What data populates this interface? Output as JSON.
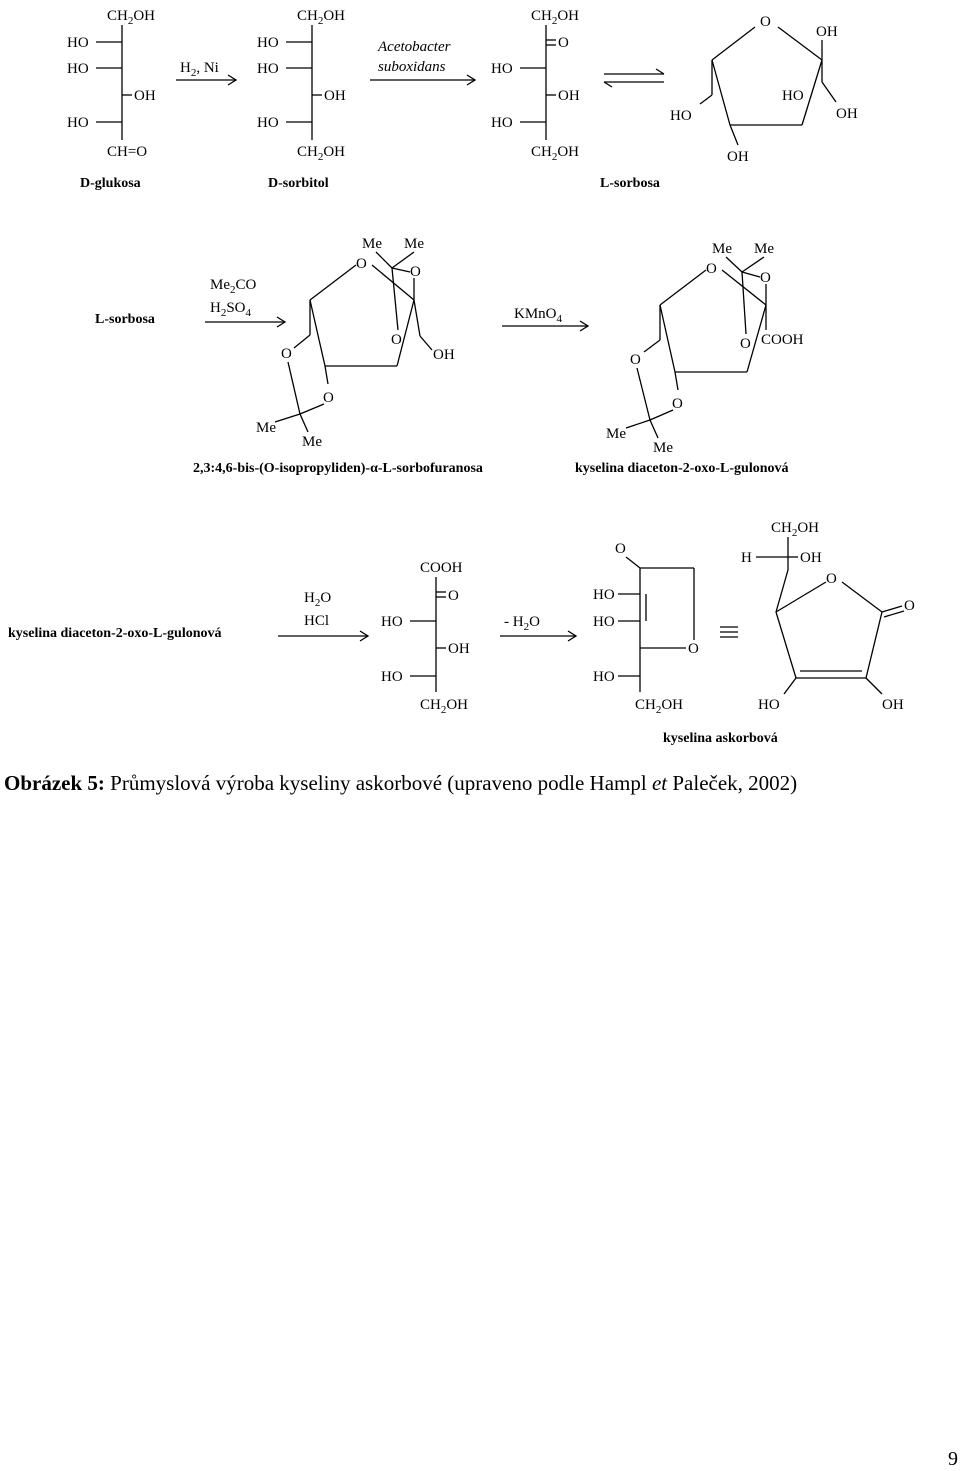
{
  "scheme": {
    "row1": {
      "glucose": {
        "top": "CH",
        "top_sub": "2",
        "top_end": "OH",
        "l1": "HO",
        "l2": "HO",
        "r3": "OH",
        "l4": "HO",
        "bottom": "CH=O",
        "name": "D-glukosa"
      },
      "reagent1": {
        "a": "H",
        "a_sub": "2",
        "b": ", Ni"
      },
      "sorbitol": {
        "top": "CH",
        "top_sub": "2",
        "top_end": "OH",
        "l1": "HO",
        "l2": "HO",
        "r3": "OH",
        "l4": "HO",
        "bottom": "CH",
        "bottom_sub": "2",
        "bottom_end": "OH",
        "name": "D-sorbitol"
      },
      "reagent2": {
        "line1": "Acetobacter",
        "line2": "suboxidans"
      },
      "sorbose": {
        "top": "CH",
        "top_sub": "2",
        "top_end": "OH",
        "r1": "O",
        "l2": "HO",
        "r3": "OH",
        "l4": "HO",
        "bottom": "CH",
        "bottom_sub": "2",
        "bottom_end": "OH",
        "name": "L-sorbosa"
      },
      "furanose": {
        "o": "O",
        "oh1": "OH",
        "ho1": "HO",
        "ho2": "HO",
        "oh2": "OH",
        "oh3": "OH"
      }
    },
    "row2": {
      "start": "L-sorbosa",
      "reagent1": {
        "a": "Me",
        "a_sub": "2",
        "a_end": "CO",
        "b": "H",
        "b_sub": "2",
        "b_mid": "SO",
        "b_sub2": "4"
      },
      "reagent2": {
        "a": "KMnO",
        "a_sub": "4"
      },
      "struct1": {
        "me1": "Me",
        "me2": "Me",
        "o1": "O",
        "o2": "O",
        "o3": "O",
        "oh": "OH",
        "o4": "O",
        "o5": "O",
        "me3": "Me",
        "me4": "Me",
        "name": "2,3:4,6-bis-(O-isopropyliden)-α-L-sorbofuranosa"
      },
      "struct2": {
        "me1": "Me",
        "me2": "Me",
        "o1": "O",
        "o2": "O",
        "o3": "O",
        "cooh": "COOH",
        "o4": "O",
        "o5": "O",
        "me3": "Me",
        "me4": "Me",
        "name": "kyselina diaceton-2-oxo-L-gulonová"
      }
    },
    "row3": {
      "start": "kyselina diaceton-2-oxo-L-gulonová",
      "reagent1": {
        "a": "H",
        "a_sub": "2",
        "a_end": "O",
        "b": "HCl"
      },
      "acid": {
        "top": "COOH",
        "r1": "O",
        "l2": "HO",
        "r3": "OH",
        "l4": "HO",
        "bottom": "CH",
        "bottom_sub": "2",
        "bottom_end": "OH"
      },
      "reagent2": {
        "a": "- H",
        "a_sub": "2",
        "a_end": "O"
      },
      "lactone": {
        "o_top": "O",
        "ho1": "HO",
        "ho2": "HO",
        "o_ring": "O",
        "ho3": "HO",
        "bottom": "CH",
        "bottom_sub": "2",
        "bottom_end": "OH"
      },
      "ascorbic": {
        "top": "CH",
        "top_sub": "2",
        "top_end": "OH",
        "h": "H",
        "oh": "OH",
        "o_ring": "O",
        "o_keto": "O",
        "ho": "HO",
        "oh2": "OH",
        "name": "kyselina askorbová"
      }
    }
  },
  "caption": {
    "label": "Obrázek 5:",
    "text1": " Průmyslová výroba kyseliny askorbové (upraveno podle Hampl ",
    "italic": "et",
    "text2": " Paleček, 2002)"
  },
  "page_number": "9"
}
